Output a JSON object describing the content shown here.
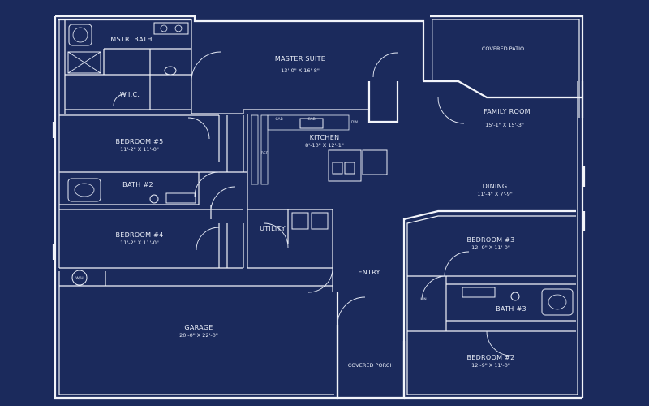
{
  "rooms": {
    "mstr_bath": "MSTR. BATH",
    "master_suite": "MASTER SUITE",
    "master_suite_dim": "13'-0\" X 16'-8\"",
    "wic": "W.I.C.",
    "covered_patio": "COVERED PATIO",
    "family_room": "FAMILY ROOM",
    "family_room_dim": "15'-1\" X 15'-3\"",
    "bedroom5": "BEDROOM #5",
    "bedroom5_dim": "11'-2\" X 11'-0\"",
    "kitchen": "KITCHEN",
    "kitchen_dim": "8'-10\" X 12'-1\"",
    "bath2": "BATH #2",
    "dining": "DINING",
    "dining_dim": "11'-4\" X 7'-9\"",
    "bedroom4": "BEDROOM #4",
    "bedroom4_dim": "11'-2\" X 11'-0\"",
    "utility": "UTILITY",
    "bedroom3": "BEDROOM #3",
    "bedroom3_dim": "12'-9\" X 11'-0\"",
    "entry": "ENTRY",
    "bath3": "BATH #3",
    "garage": "GARAGE",
    "garage_dim": "20'-0\" X 22'-0\"",
    "bedroom2": "BEDROOM #2",
    "bedroom2_dim": "12'-9\" X 11'-0\"",
    "covered_porch": "COVERED PORCH"
  },
  "fixtures": {
    "cab": "CAB",
    "ref": "REF",
    "dw": "DW",
    "wh": "W/H",
    "lin": "LIN"
  },
  "colors": {
    "background": "#1b2a5c",
    "lines": "#f2f4fa"
  }
}
